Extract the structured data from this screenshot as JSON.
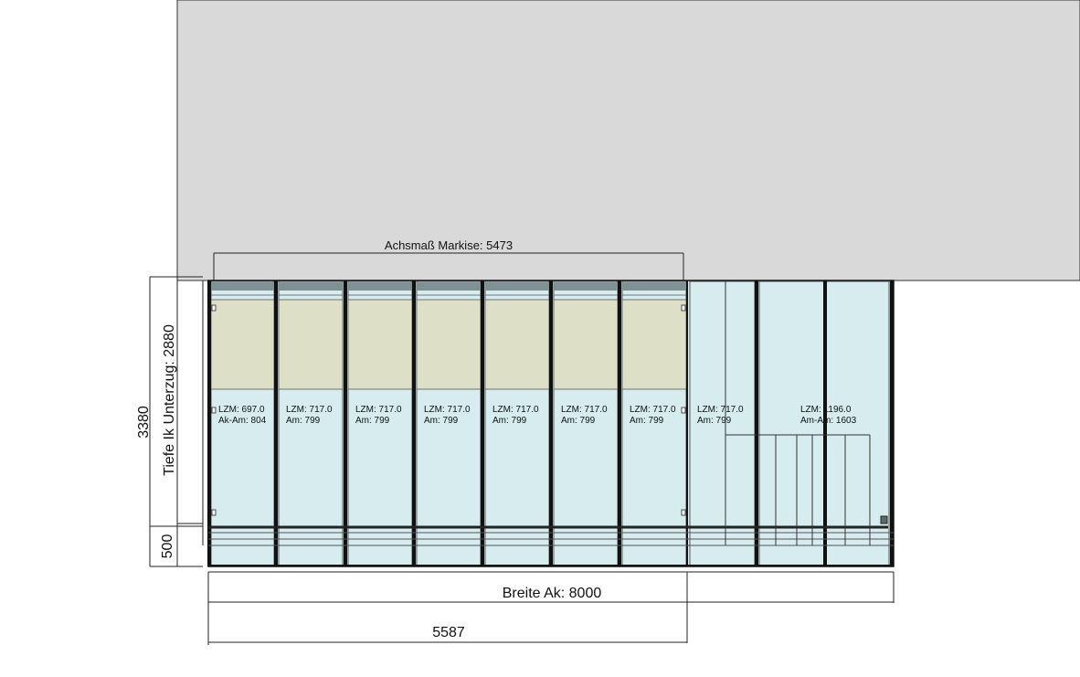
{
  "dimensions": {
    "achsmass": "Achsmaß Markise: 5473",
    "tiefe_unterzug": "Tiefe Ik Unterzug: 2880",
    "depth_total": "3380",
    "depth_overhang": "500",
    "breite": "Breite Ak: 8000",
    "segment": "5587"
  },
  "panels": [
    {
      "line1": "LZM: 697.0",
      "line2": "Ak-Am: 804"
    },
    {
      "line1": "LZM: 717.0",
      "line2": "Am: 799"
    },
    {
      "line1": "LZM: 717.0",
      "line2": "Am: 799"
    },
    {
      "line1": "LZM: 717.0",
      "line2": "Am: 799"
    },
    {
      "line1": "LZM: 717.0",
      "line2": "Am: 799"
    },
    {
      "line1": "LZM: 717.0",
      "line2": "Am: 799"
    },
    {
      "line1": "LZM: 717.0",
      "line2": "Am: 799"
    },
    {
      "line1": "LZM: 717.0",
      "line2": "Am: 799"
    },
    {
      "line1": "LZM: 1196.0",
      "line2": "Am-Am: 1603"
    }
  ],
  "colors": {
    "house": "#d9d9d9",
    "glass": "#d6ecee",
    "awning": "#dde0c6",
    "rail": "#7f9293",
    "frame": "#111111"
  }
}
